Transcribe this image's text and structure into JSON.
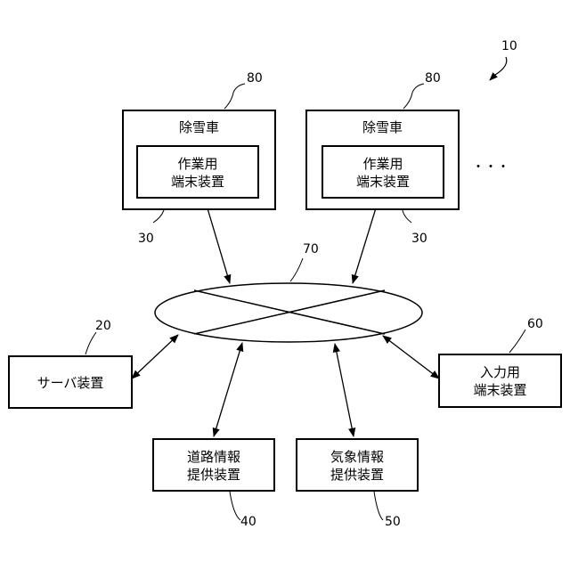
{
  "system_ref": "10",
  "snowplow_left": {
    "ref": "80",
    "title": "除雪車",
    "terminal_label": "作業用\n端末装置",
    "terminal_ref": "30"
  },
  "snowplow_right": {
    "ref": "80",
    "title": "除雪車",
    "terminal_label": "作業用\n端末装置",
    "terminal_ref": "30"
  },
  "ellipsis": "・・・",
  "network": {
    "ref": "70"
  },
  "server": {
    "ref": "20",
    "label": "サーバ装置"
  },
  "input_terminal": {
    "ref": "60",
    "label": "入力用\n端末装置"
  },
  "road_info": {
    "ref": "40",
    "label": "道路情報\n提供装置"
  },
  "weather_info": {
    "ref": "50",
    "label": "気象情報\n提供装置"
  }
}
